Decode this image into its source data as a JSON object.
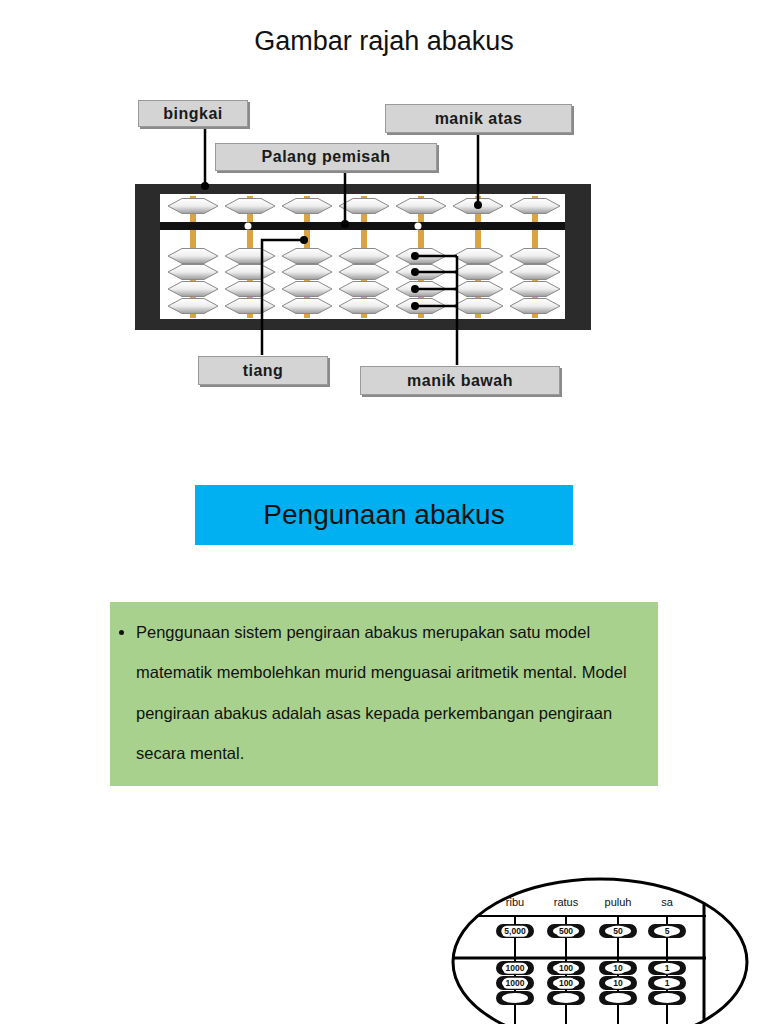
{
  "diagram": {
    "title": "Gambar rajah abakus",
    "nodes": [
      {
        "text": [
          "bingkai"
        ]
      },
      {
        "text": [
          "manik atas"
        ]
      },
      {
        "text": [
          "Palang pemisah"
        ]
      },
      {
        "text": [
          "tiang"
        ]
      },
      {
        "text": [
          "manik bawah"
        ]
      },
      {
        "text": [
          "Pengunaan abakus"
        ]
      },
      {
        "text": [
          "Penggunaan sistem pengiraan abakus merupakan satu model matematik membolehkan murid menguasai aritmetik mental. Model pengiraan abakus adalah asas kepada perkembangan pengiraan secara mental."
        ]
      }
    ],
    "labels": [
      "ribu",
      "ratus",
      "puluh",
      "sa",
      "5,000",
      "500",
      "50",
      "5",
      "1000",
      "100",
      "10",
      "1",
      "1000",
      "100",
      "10",
      "1"
    ]
  }
}
